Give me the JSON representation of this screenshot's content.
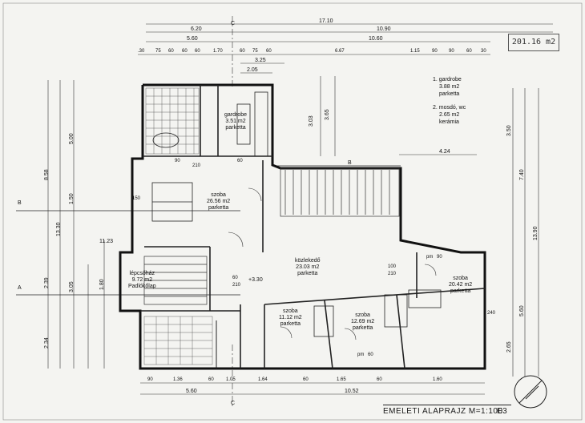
{
  "top_dims": {
    "row1": [
      "17.10"
    ],
    "row2": [
      "6.20",
      "10.90"
    ],
    "row3": [
      "5.60",
      "10.60"
    ],
    "row4": [
      ".30",
      "75",
      "60",
      "60",
      "60",
      "1.70",
      "60",
      "75",
      "60",
      "6.67",
      "1.15",
      "90",
      "90",
      "60",
      "30"
    ],
    "row5": [
      "3.25"
    ],
    "row6": [
      "2.05"
    ],
    "grid_marker": "C"
  },
  "legend": {
    "item1_title": "1. gardrobe",
    "item1_area": "3.88 m2",
    "item1_floor": "parketta",
    "item2_title": "2. mosdó, wc",
    "item2_area": "2.65 m2",
    "item2_floor": "kerámia"
  },
  "stamp_text": "201.16 m2",
  "rooms": [
    {
      "name": "gardrobe",
      "area": "3.51 m2",
      "floor": "parketta"
    },
    {
      "name": "szoba",
      "area": "26.56 m2",
      "floor": "parketta"
    },
    {
      "name": "lépcsőház",
      "area": "9.72 m2",
      "floor": "Padlókőlap"
    },
    {
      "name": "közlekedő",
      "area": "23.03 m2",
      "floor": "parketta"
    },
    {
      "name": "szoba",
      "area": "11.12 m2",
      "floor": "parketta"
    },
    {
      "name": "szoba",
      "area": "12.69 m2",
      "floor": "parketta"
    },
    {
      "name": "szoba",
      "area": "20.42 m2",
      "floor": "parketta"
    }
  ],
  "openings": [
    "90",
    "210",
    "60",
    "150",
    "100",
    "210",
    "60",
    "210",
    "pm",
    "90",
    "pm",
    "60",
    "240"
  ],
  "level_mark": "+3.30",
  "right_dims": [
    "3.50",
    "7.40",
    "13.90",
    "5.60",
    "2.65"
  ],
  "left_dims": [
    "8.58",
    "5.00",
    "13.30",
    "1.50",
    "11.23",
    "3.05",
    "2.39",
    "2.34",
    "1.80"
  ],
  "dim_424": "4.24",
  "dim_365": "3.65",
  "dim_303": "3.03",
  "section_b": "B",
  "section_a": "A",
  "bottom_dims": {
    "row1": [
      "90",
      "1.36",
      "60",
      "1.05",
      "1.64",
      "60",
      "1.65",
      "60",
      "1.60"
    ],
    "row2": [
      "5.60",
      "10.52"
    ],
    "grid_marker": "C"
  },
  "title": "EMELETI ALAPRAJZ M=1:100",
  "sheet_code": "E3"
}
